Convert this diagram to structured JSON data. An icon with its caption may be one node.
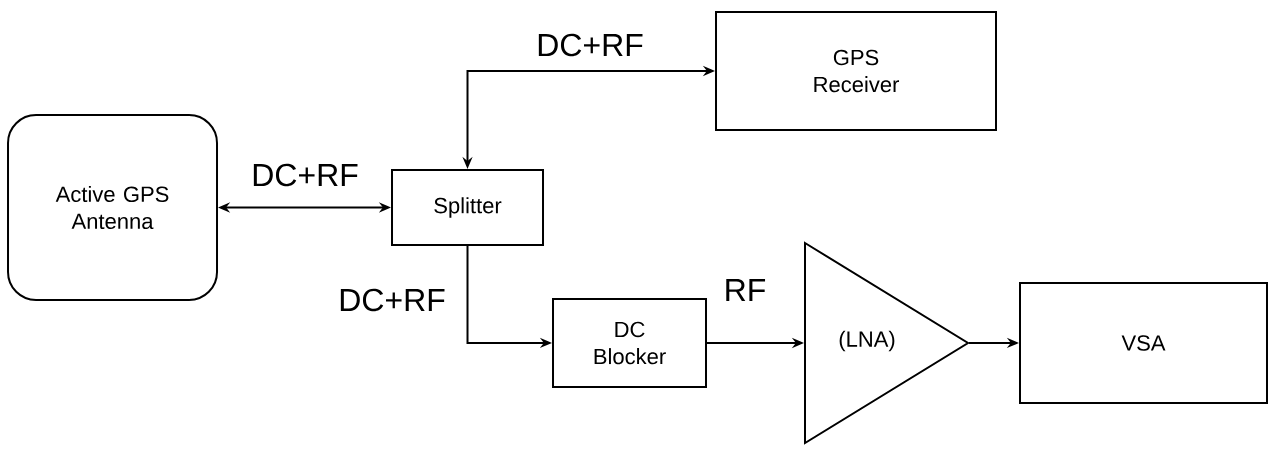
{
  "diagram": {
    "nodes": [
      {
        "text": [
          "Active GPS Antenna"
        ]
      },
      {
        "text": [
          "Splitter"
        ]
      },
      {
        "text": [
          "GPS Receiver"
        ]
      },
      {
        "text": [
          "DC Blocker"
        ]
      },
      {
        "text": [
          "(LNA)"
        ]
      },
      {
        "text": [
          "VSA"
        ]
      }
    ],
    "edges": [
      {
        "from": 0,
        "to": 1,
        "arrow": "both",
        "label": "DC+RF"
      },
      {
        "from": 1,
        "to": 2,
        "arrow": "both",
        "label": "DC+RF"
      },
      {
        "from": 1,
        "to": 3,
        "arrow": "to",
        "label": "DC+RF"
      },
      {
        "from": 3,
        "to": 4,
        "arrow": "to",
        "label": "RF"
      },
      {
        "from": 4,
        "to": 5,
        "arrow": "to"
      }
    ]
  }
}
